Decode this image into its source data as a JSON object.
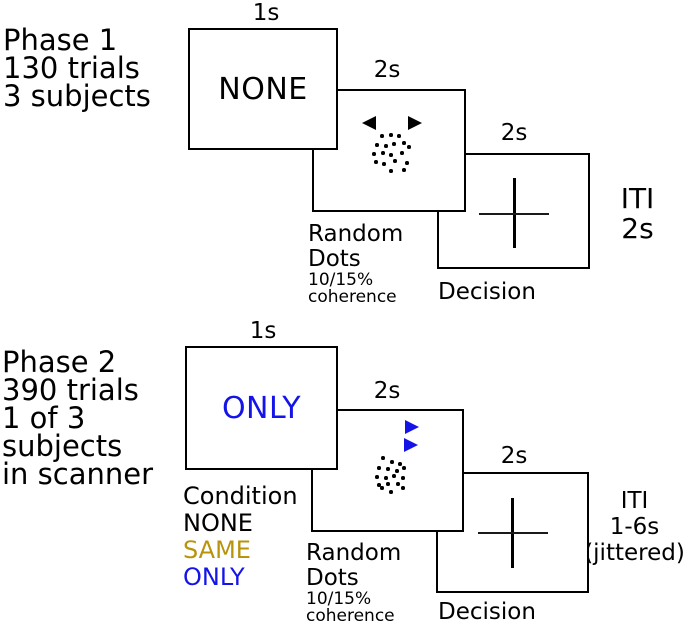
{
  "colors": {
    "blue": "#1414e8",
    "gold": "#b8940d",
    "black": "#000000"
  },
  "phase1": {
    "title_lines": [
      "Phase 1",
      "130 trials",
      "3 subjects"
    ],
    "cue": {
      "duration": "1s",
      "text": "NONE",
      "color": "#000000"
    },
    "dots_screen": {
      "duration": "2s",
      "label_lines": [
        "Random",
        "Dots"
      ],
      "sub_lines": [
        "10/15%",
        "coherence"
      ],
      "arrow_directions": [
        "left",
        "right"
      ],
      "arrow_color": "#000000"
    },
    "decision_screen": {
      "duration": "2s",
      "label": "Decision"
    },
    "iti_lines": [
      "ITI",
      "2s"
    ],
    "dot_offsets": [
      [
        10,
        3
      ],
      [
        19,
        2
      ],
      [
        27,
        3
      ],
      [
        5,
        12
      ],
      [
        14,
        13
      ],
      [
        22,
        11
      ],
      [
        32,
        10
      ],
      [
        37,
        14
      ],
      [
        2,
        21
      ],
      [
        11,
        20
      ],
      [
        19,
        22
      ],
      [
        30,
        20
      ],
      [
        4,
        29
      ],
      [
        12,
        31
      ],
      [
        23,
        28
      ],
      [
        35,
        30
      ],
      [
        19,
        38
      ],
      [
        32,
        37
      ]
    ]
  },
  "phase2": {
    "title_lines": [
      "Phase 2",
      "390 trials",
      "1 of 3",
      "subjects",
      "in scanner"
    ],
    "cue": {
      "duration": "1s",
      "text": "ONLY",
      "color": "#1414e8"
    },
    "legend": {
      "title": "Condition",
      "items": [
        {
          "label": "NONE",
          "color": "#000000"
        },
        {
          "label": "SAME",
          "color": "#b8940d"
        },
        {
          "label": "ONLY",
          "color": "#1414e8"
        }
      ]
    },
    "dots_screen": {
      "duration": "2s",
      "label_lines": [
        "Random",
        "Dots"
      ],
      "sub_lines": [
        "10/15%",
        "coherence"
      ],
      "arrow_directions": [
        "right",
        "right"
      ],
      "arrow_color": "#1414e8"
    },
    "decision_screen": {
      "duration": "2s",
      "label": "Decision"
    },
    "iti_lines": [
      "ITI",
      "1-6s",
      "(jittered)"
    ],
    "dot_offsets": [
      [
        9,
        4
      ],
      [
        18,
        8
      ],
      [
        26,
        10
      ],
      [
        5,
        14
      ],
      [
        14,
        15
      ],
      [
        23,
        17
      ],
      [
        30,
        14
      ],
      [
        3,
        23
      ],
      [
        12,
        24
      ],
      [
        20,
        22
      ],
      [
        29,
        24
      ],
      [
        5,
        31
      ],
      [
        14,
        30
      ],
      [
        24,
        30
      ],
      [
        8,
        34
      ],
      [
        17,
        38
      ],
      [
        29,
        34
      ]
    ]
  }
}
